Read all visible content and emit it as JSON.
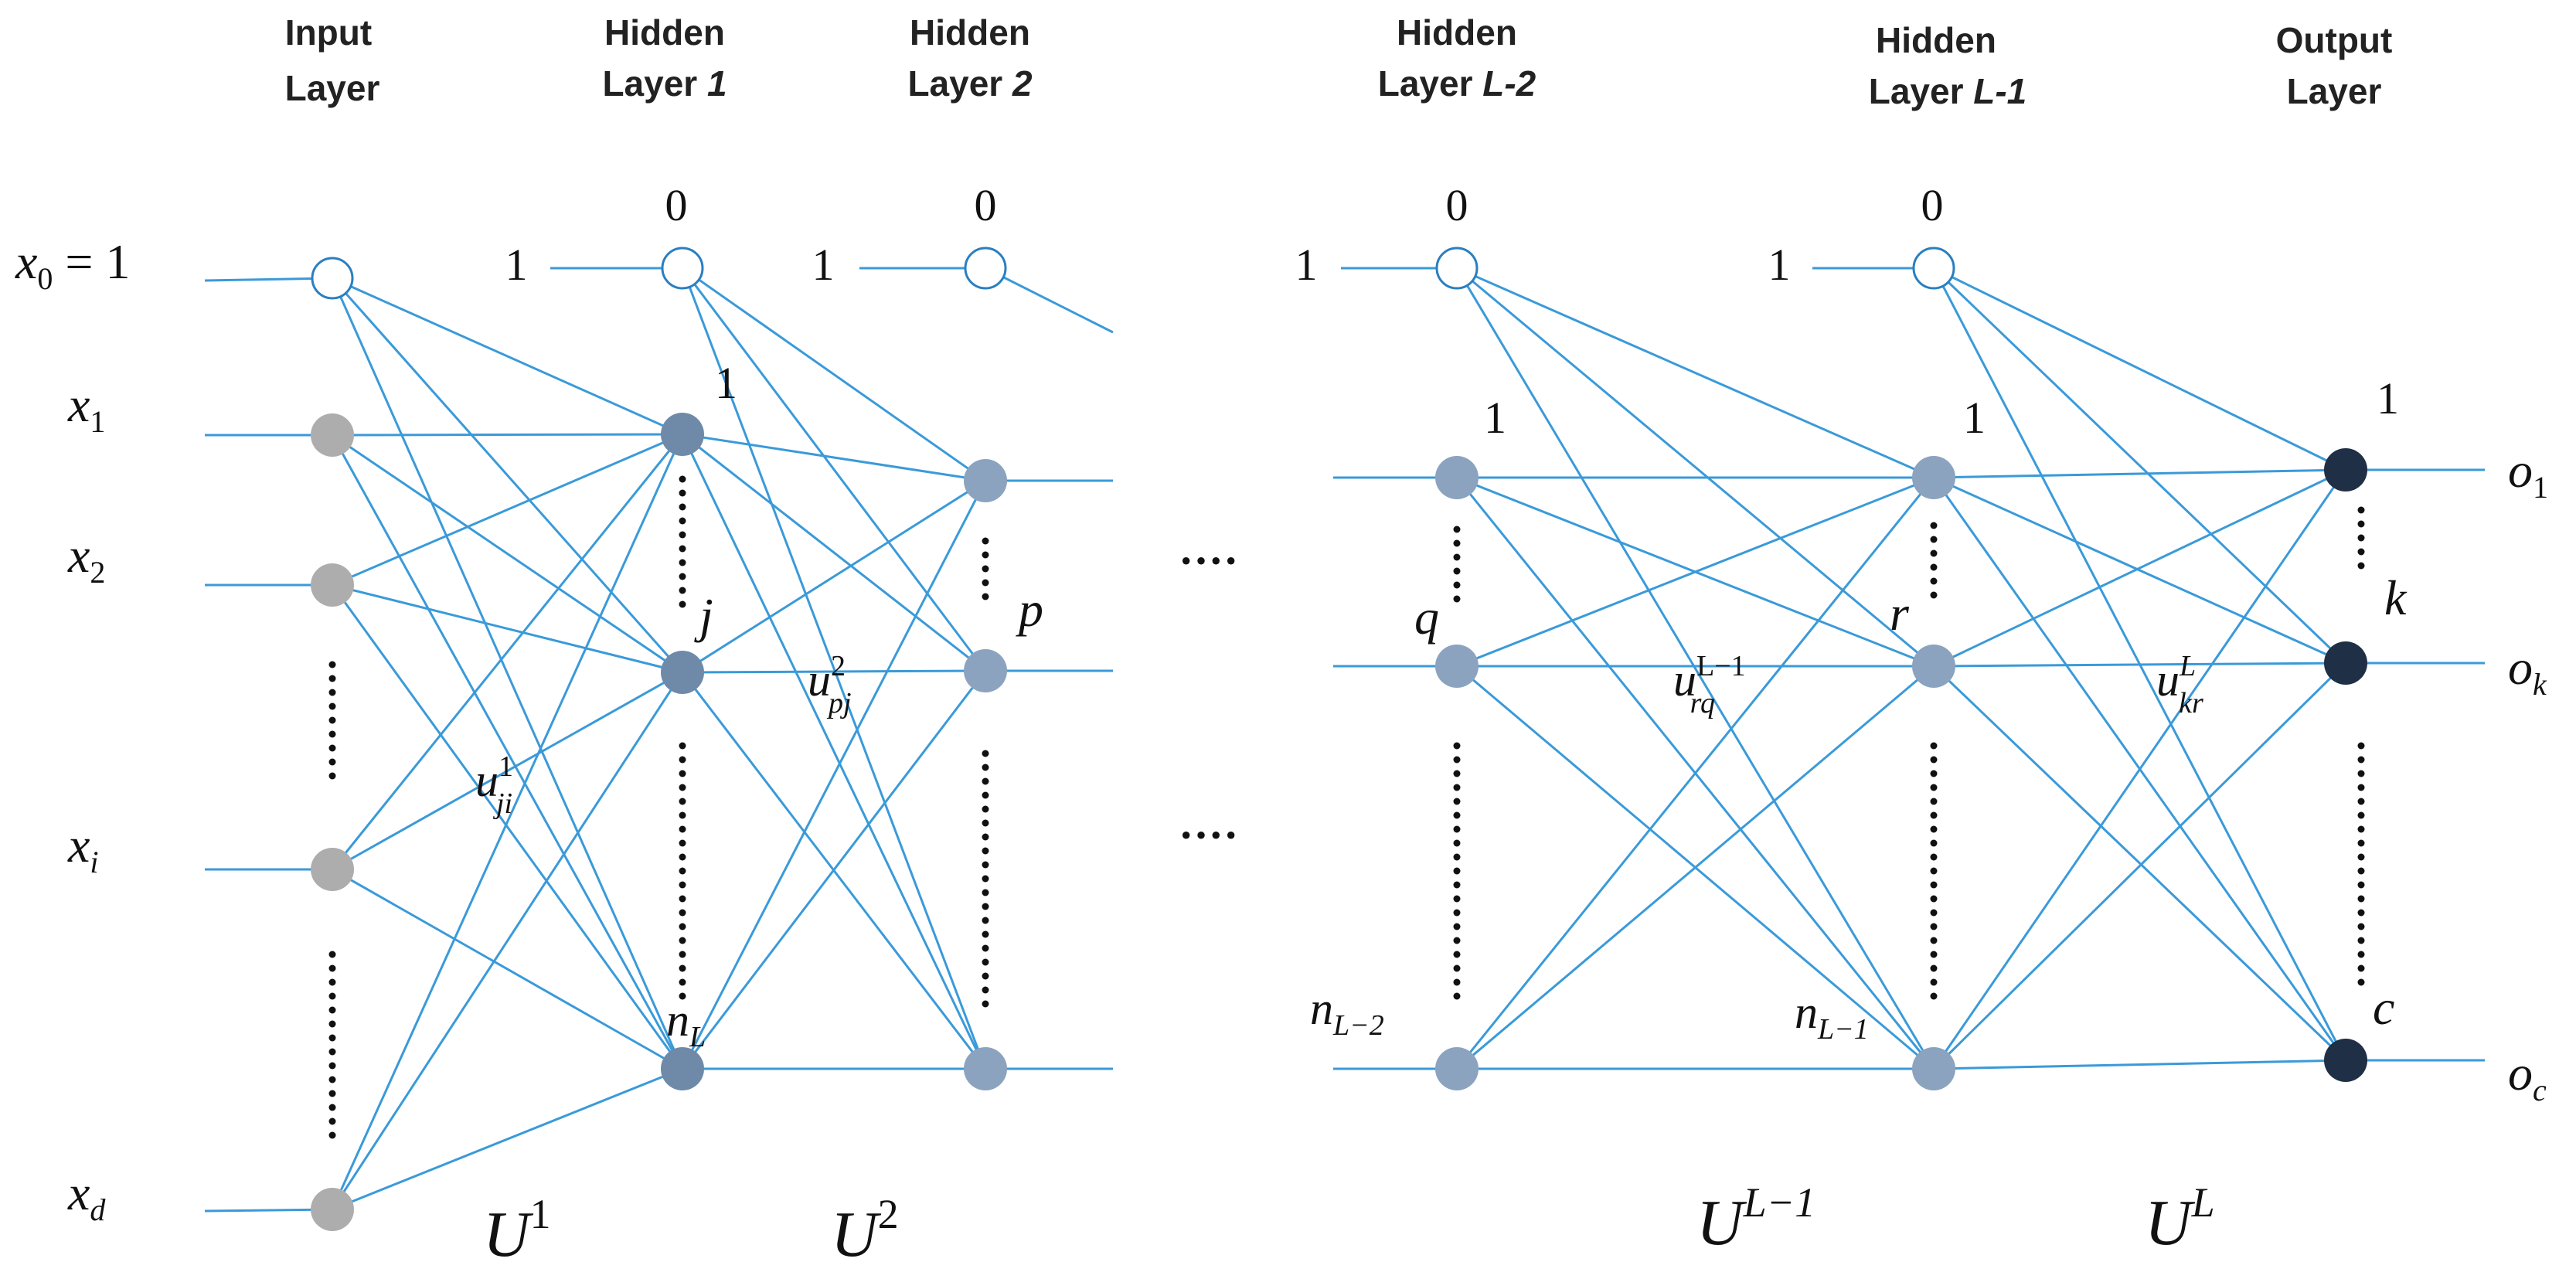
{
  "colors": {
    "edge": "#3a9ad9",
    "input_node": "#adadad",
    "hidden1_node": "#6f8aa8",
    "hidden_node": "#8ba3bf",
    "output_node": "#1f2f45",
    "bias_node_fill": "#ffffff",
    "node_stroke": "#2a7fc0"
  },
  "headers": [
    {
      "line1": "Input",
      "line2": "Layer",
      "line2_suffix": ""
    },
    {
      "line1": "Hidden",
      "line2": "Layer ",
      "line2_suffix": "1"
    },
    {
      "line1": "Hidden",
      "line2": "Layer ",
      "line2_suffix": "2"
    },
    {
      "line1": "Hidden",
      "line2": "Layer ",
      "line2_suffix": "L-2"
    },
    {
      "line1": "Hidden",
      "line2": "Layer ",
      "line2_suffix": "L-1"
    },
    {
      "line1": "Output",
      "line2": "Layer",
      "line2_suffix": ""
    }
  ],
  "inputs": [
    {
      "base": "x",
      "sub": "0",
      "tail": " = 1"
    },
    {
      "base": "x",
      "sub": "1",
      "tail": ""
    },
    {
      "base": "x",
      "sub": "2",
      "tail": ""
    },
    {
      "base": "x",
      "sub": "i",
      "tail": ""
    },
    {
      "base": "x",
      "sub": "d",
      "tail": ""
    }
  ],
  "bias_inputs": [
    "1",
    "1",
    "1",
    "1"
  ],
  "bias_indices": [
    "0",
    "0",
    "0",
    "0"
  ],
  "node_labels": {
    "h1": {
      "top": "1",
      "mid": "j",
      "bottom_base": "n",
      "bottom_sub": "L"
    },
    "h2": {
      "mid": "p"
    },
    "hL2": {
      "top": "1",
      "mid": "q",
      "bottom_base": "n",
      "bottom_sub": "L−2"
    },
    "hL1": {
      "top": "1",
      "mid": "r",
      "bottom_base": "n",
      "bottom_sub": "L−1"
    },
    "out": {
      "top": "1",
      "mid": "k",
      "bottom": "c"
    }
  },
  "outputs": [
    {
      "base": "o",
      "sub": "1"
    },
    {
      "base": "o",
      "sub": "k"
    },
    {
      "base": "o",
      "sub": "c"
    }
  ],
  "weights": [
    {
      "base": "u",
      "sup": "1",
      "sub": "ji"
    },
    {
      "base": "u",
      "sup": "2",
      "sub": "pj"
    },
    {
      "base": "u",
      "sup": "L−1",
      "sub": "rq"
    },
    {
      "base": "u",
      "sup": "L",
      "sub": "kr"
    }
  ],
  "matrices": [
    {
      "base": "U",
      "sup": "1"
    },
    {
      "base": "U",
      "sup": "2"
    },
    {
      "base": "U",
      "sup": "L−1"
    },
    {
      "base": "U",
      "sup": "L"
    }
  ],
  "ellipsis": "····"
}
